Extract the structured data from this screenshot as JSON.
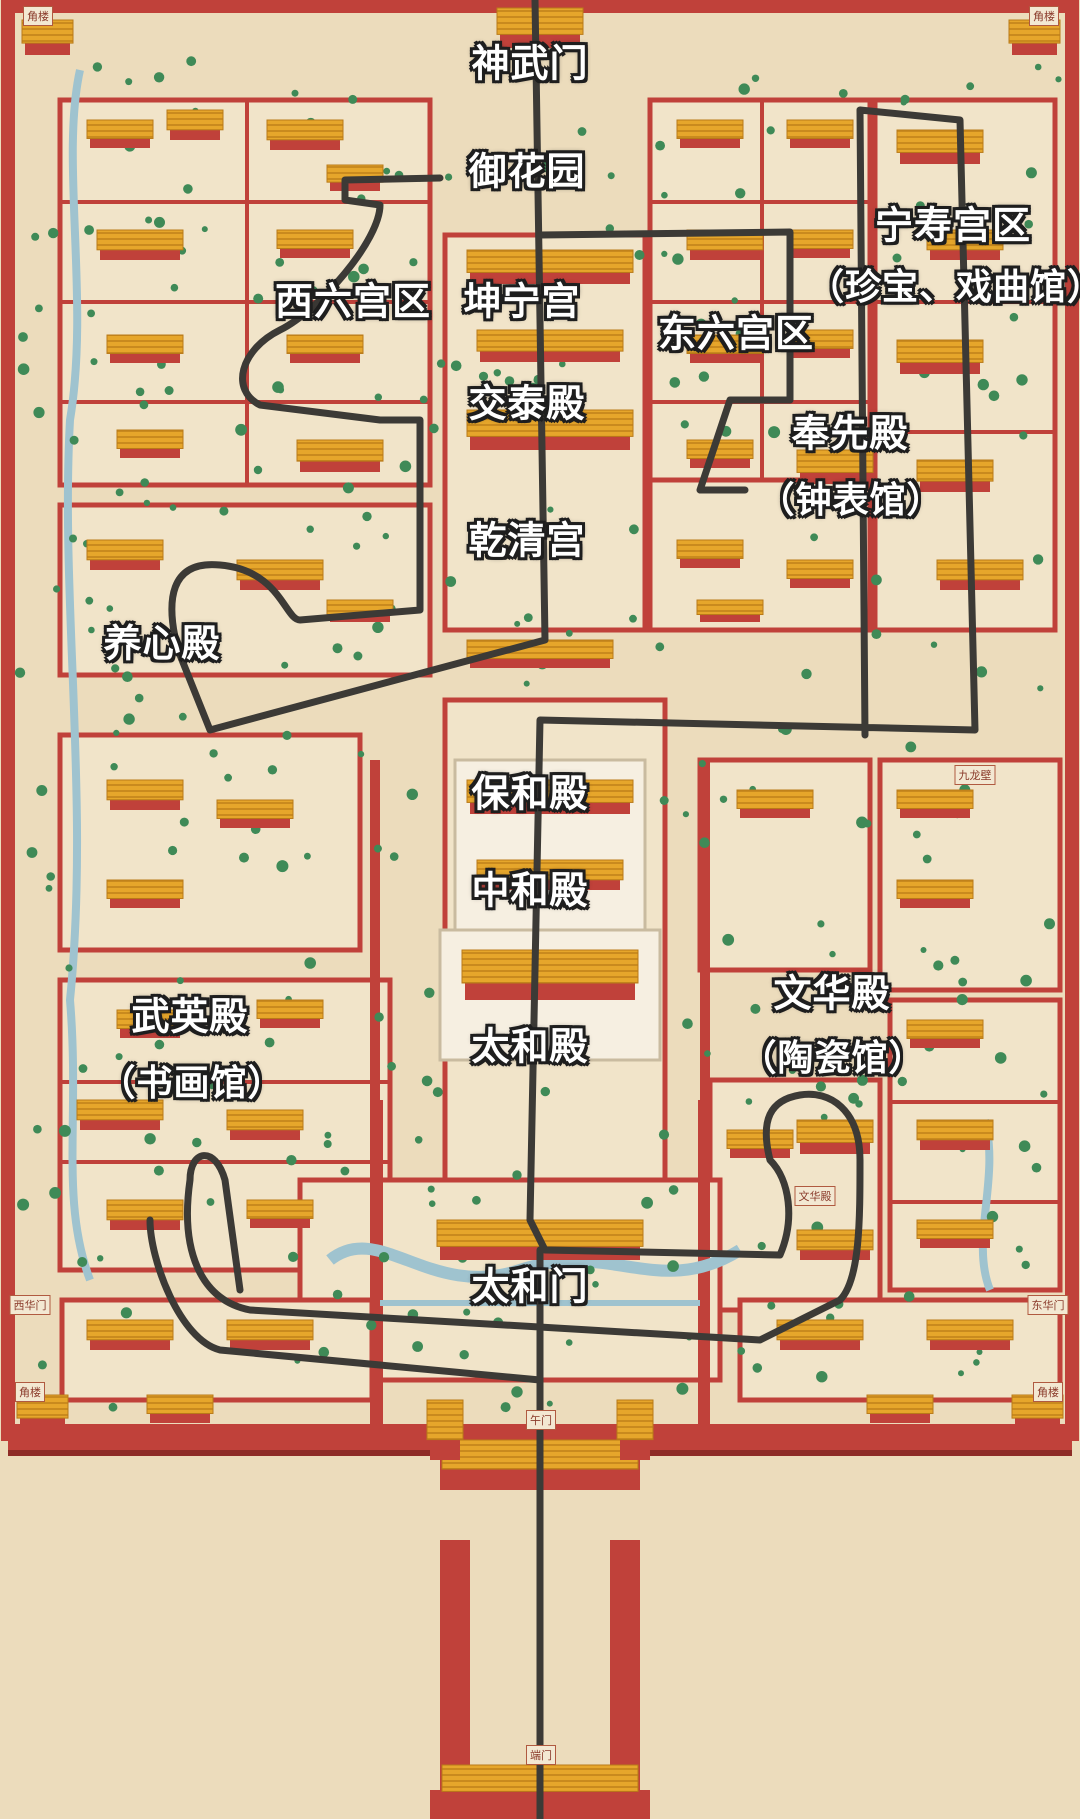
{
  "colors": {
    "ground": "#ecdcbc",
    "wall": "#c0413a",
    "wall_dark": "#8e2c27",
    "roof": "#e6a62b",
    "roof_dark": "#b97a18",
    "tree": "#3f8a57",
    "water": "#9fc3cf",
    "route": "#3c3a36",
    "courtyard": "#f1e4c9",
    "plaza": "#f6efe1"
  },
  "labels": {
    "shenwumen": "神武门",
    "yuhuayuan": "御花园",
    "ningshougong": "宁寿宫区",
    "ningshougong_sub": "（珍宝、戏曲馆）",
    "xiliugong": "西六宫区",
    "kunninggong": "坤宁宫",
    "dongliugong": "东六宫区",
    "jiaotaidian": "交泰殿",
    "fengxiandian": "奉先殿",
    "fengxiandian_sub": "（钟表馆）",
    "qianqinggong": "乾清宫",
    "yangxindian": "养心殿",
    "baohedian": "保和殿",
    "zhonghedian": "中和殿",
    "wenhuadian": "文华殿",
    "wenhuadian_sub": "（陶瓷馆）",
    "wuyingdian": "武英殿",
    "wuyingdian_sub": "（书画馆）",
    "taihedian": "太和殿",
    "taihemen": "太和门"
  },
  "map_tags": {
    "corner_nw": "角楼",
    "corner_ne": "角楼",
    "corner_sw": "角楼",
    "corner_se": "角楼",
    "jiulongbi": "九龙壁",
    "xihuamen": "西华门",
    "donghuamen": "东华门",
    "wumen": "午门",
    "duanmen": "端门",
    "wenhua_small": "文华殿"
  },
  "icons": {
    "route": "route-line",
    "building": "building-icon",
    "tree": "tree-icon"
  }
}
